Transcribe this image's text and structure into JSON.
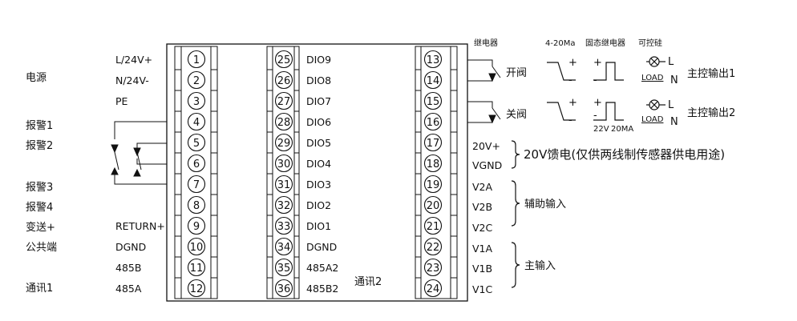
{
  "left_labels": {
    "power": "电源",
    "alarm1": "报警1",
    "alarm2": "报警2",
    "alarm3": "报警3",
    "alarm4": "报警4",
    "transmit": "变送+",
    "common": "公共端",
    "comm1": "通讯1"
  },
  "left_signals": [
    "L/24V+",
    "N/24V-",
    "PE",
    "",
    "",
    "",
    "",
    "",
    "RETURN+",
    "DGND",
    "485B",
    "485A"
  ],
  "terminals_col1": [
    "1",
    "2",
    "3",
    "4",
    "5",
    "6",
    "7",
    "8",
    "9",
    "10",
    "11",
    "12"
  ],
  "terminals_col2": [
    "25",
    "26",
    "27",
    "28",
    "29",
    "30",
    "31",
    "32",
    "33",
    "34",
    "35",
    "36"
  ],
  "terminals_col3": [
    "13",
    "14",
    "15",
    "16",
    "17",
    "18",
    "19",
    "20",
    "21",
    "22",
    "23",
    "24"
  ],
  "mid_signals": [
    "DIO9",
    "DIO8",
    "DIO7",
    "DIO6",
    "DIO5",
    "DIO4",
    "DIO3",
    "DIO2",
    "DIO1",
    "DGND",
    "485A2",
    "485B2"
  ],
  "comm2": "通讯2",
  "right_signals": {
    "open_valve": "开阀",
    "close_valve": "关阀",
    "v20p": "20V+",
    "vgnd": "VGND",
    "v2a": "V2A",
    "v2b": "V2B",
    "v2c": "V2C",
    "v1a": "V1A",
    "v1b": "V1B",
    "v1c": "V1C"
  },
  "groups": {
    "feed": "20V馈电(仅供两线制传感器供电用途)",
    "aux_input": "辅助输入",
    "main_input": "主输入"
  },
  "legend": {
    "relay": "继电器",
    "ma": "4-20Ma",
    "ssr": "固态继电器",
    "scr": "可控硅",
    "out1": "主控输出1",
    "out2": "主控输出2",
    "load": "LOAD",
    "l": "L",
    "n": "N",
    "plus": "+",
    "minus": "-",
    "v22": "22V",
    "ma20": "20MA"
  }
}
